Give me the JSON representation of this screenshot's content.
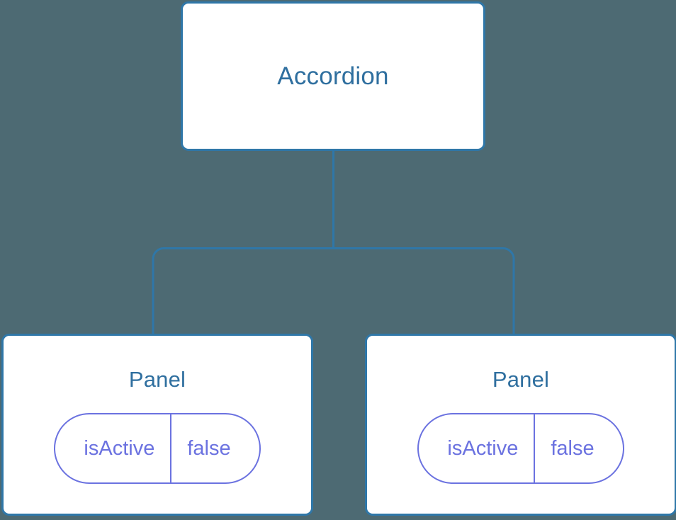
{
  "diagram": {
    "type": "component-tree",
    "background_color": "#4d6a73",
    "node_border_color": "#2f77a8",
    "node_title_color": "#2f6f9f",
    "pill_color": "#6b72e0",
    "connector_color": "#2f77a8",
    "root": {
      "title": "Accordion"
    },
    "children": [
      {
        "title": "Panel",
        "state": {
          "key": "isActive",
          "value": "false"
        }
      },
      {
        "title": "Panel",
        "state": {
          "key": "isActive",
          "value": "false"
        }
      }
    ]
  }
}
